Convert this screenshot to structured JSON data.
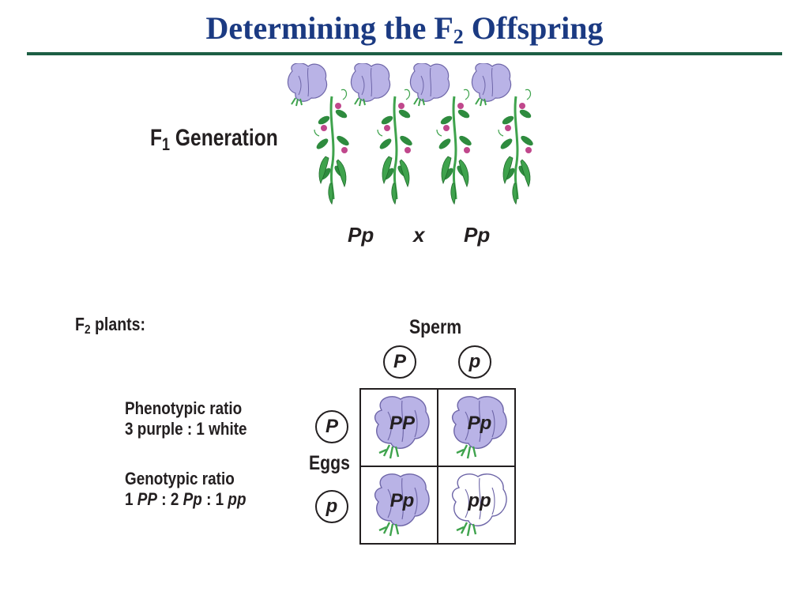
{
  "title": {
    "main": "Determining the F",
    "sub": "2",
    "rest": " Offspring"
  },
  "f1": {
    "prefix": "F",
    "sub": "1",
    "label": " Generation"
  },
  "cross": {
    "left": "Pp",
    "symbol": "x",
    "right": "Pp"
  },
  "f2": {
    "prefix": "F",
    "sub": "2",
    "label": " plants:"
  },
  "phenotypic": {
    "heading": "Phenotypic ratio",
    "value": "3 purple : 1 white"
  },
  "genotypic": {
    "heading": "Genotypic ratio",
    "p1": "1 ",
    "g1": "PP",
    "p2": " : 2 ",
    "g2": "Pp",
    "p3": " : 1 ",
    "g3": "pp"
  },
  "sperm": {
    "label": "Sperm",
    "alleles": [
      "P",
      "p"
    ]
  },
  "eggs": {
    "label": "Eggs",
    "alleles": [
      "P",
      "p"
    ]
  },
  "punnett": {
    "cells": [
      {
        "genotype": "PP",
        "flower": "purple"
      },
      {
        "genotype": "Pp",
        "flower": "purple"
      },
      {
        "genotype": "Pp",
        "flower": "purple"
      },
      {
        "genotype": "pp",
        "flower": "white"
      }
    ]
  },
  "colors": {
    "purple": "#b9b3e6",
    "white": "#ffffff",
    "leaf": "#3fa34d",
    "title": "#1b3a82",
    "rule": "#1d5e44"
  }
}
